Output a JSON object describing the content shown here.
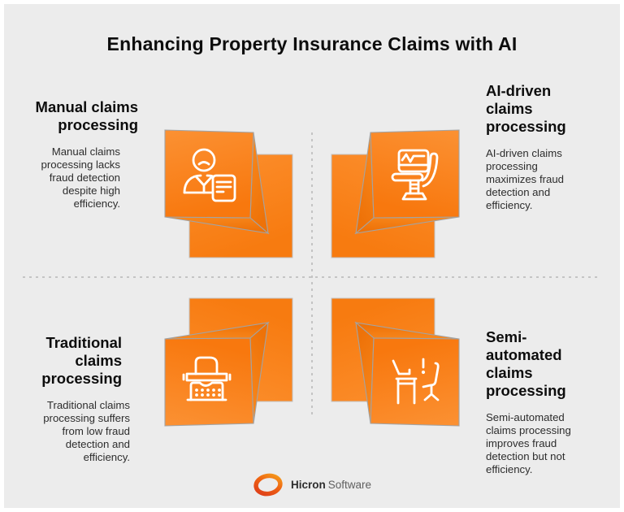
{
  "title": "Enhancing Property Insurance Claims with AI",
  "quadrants": [
    {
      "id": "manual",
      "heading": "Manual claims\nprocessing",
      "description": "Manual claims\nprocessing lacks\nfraud detection\ndespite high\nefficiency.",
      "icon": "person-document-icon"
    },
    {
      "id": "ai-driven",
      "heading": "AI-driven\nclaims\nprocessing",
      "description": "AI-driven claims\nprocessing\nmaximizes fraud\ndetection and\nefficiency.",
      "icon": "monitor-chair-icon"
    },
    {
      "id": "traditional",
      "heading": "Traditional\nclaims\nprocessing",
      "description": "Traditional claims\nprocessing suffers\nfrom low fraud\ndetection and\nefficiency.",
      "icon": "typewriter-icon"
    },
    {
      "id": "semi-automated",
      "heading": "Semi-\nautomated\nclaims\nprocessing",
      "description": "Semi-automated\nclaims processing\nimproves fraud\ndetection but not\nefficiency.",
      "icon": "desk-chair-icon"
    }
  ],
  "footer": {
    "brand_bold": "Hicron",
    "brand_light": "Software"
  },
  "colors": {
    "background": "#ececec",
    "frame": "#ffffff",
    "divider": "#c4c4c4",
    "heading": "#0d0d0d",
    "body_text": "#2d2d2d",
    "orange_light": "#fb9133",
    "orange_dark": "#f8780e",
    "box_outline": "#a3a3a3",
    "icon_stroke": "#ffffff",
    "logo_amber": "#f5a11d",
    "logo_red": "#dc3a1a"
  }
}
